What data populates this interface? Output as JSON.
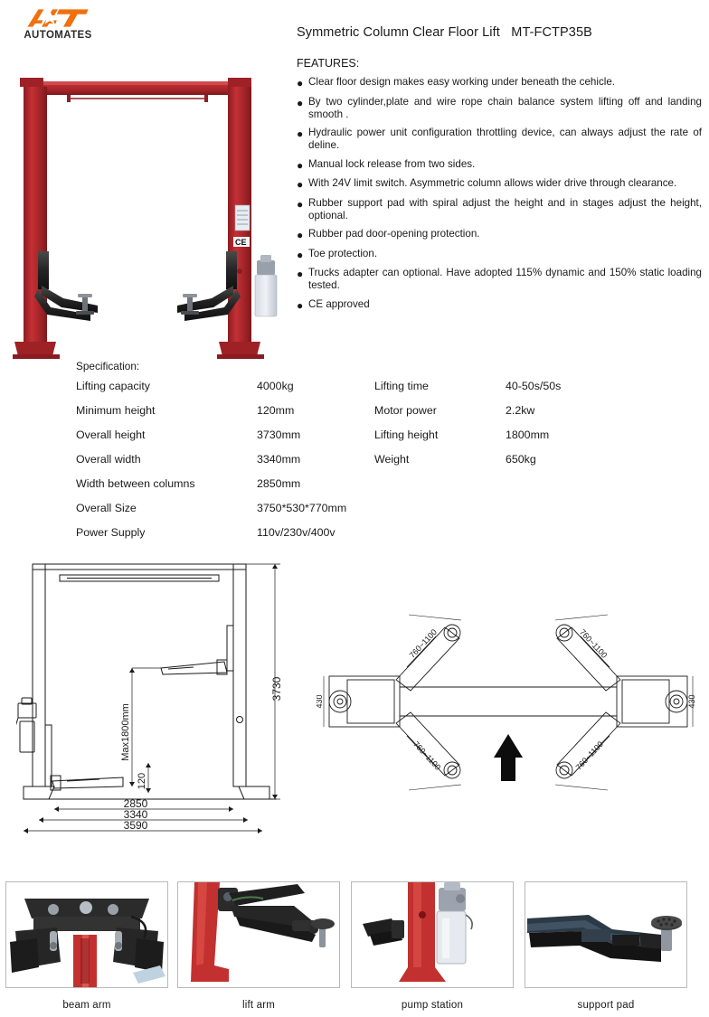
{
  "brand": {
    "name": "AUTOMATES",
    "logo_icon": "at-monogram-star-icon",
    "logo_color": "#F0700F",
    "text_color": "#2B2B2B"
  },
  "document": {
    "title": "Symmetric Column Clear Floor Lift   MT-FCTP35B",
    "product_name": "Symmetric Column Clear Floor Lift",
    "model": "MT-FCTP35B"
  },
  "features": {
    "heading": "FEATURES:",
    "bullet_glyph": "●",
    "items": [
      "Clear floor design makes easy working under beneath the cehicle.",
      "By two cylinder,plate and wire rope chain balance system lifting off and landing smooth .",
      "Hydraulic power unit configuration throttling device, can always adjust the rate of deline.",
      "Manual lock release from two sides.",
      "With 24V limit switch. Asymmetric column allows wider drive through clearance.",
      "Rubber support pad with spiral adjust the height and in stages adjust the height, optional.",
      "Rubber pad door-opening protection.",
      "Toe protection.",
      "Trucks adapter can optional. Have adopted 115% dynamic and 150% static loading tested.",
      "CE approved"
    ]
  },
  "specification": {
    "title": "Specification:",
    "rows": [
      {
        "label": "Lifting capacity",
        "value": "4000kg",
        "label2": "Lifting time",
        "value2": "40-50s/50s"
      },
      {
        "label": "Minimum height",
        "value": "120mm",
        "label2": "Motor power",
        "value2": "2.2kw"
      },
      {
        "label": "Overall height",
        "value": "3730mm",
        "label2": "Lifting height",
        "value2": "1800mm"
      },
      {
        "label": "Overall width",
        "value": "3340mm",
        "label2": "Weight",
        "value2": "650kg"
      },
      {
        "label": "Width between columns",
        "value": "2850mm",
        "label2": "",
        "value2": ""
      },
      {
        "label": "Overall Size",
        "value": "3750*530*770mm",
        "label2": "",
        "value2": ""
      },
      {
        "label": "Power Supply",
        "value": "110v/230v/400v",
        "label2": "",
        "value2": ""
      }
    ]
  },
  "drawings": {
    "front_view": {
      "overall_height": "3730",
      "max_lift_height": "Max1800mm",
      "minimum_height": "120",
      "width_between_columns": "2850",
      "overall_width": "3340",
      "outer_width": "3590"
    },
    "plan_view": {
      "arm_reach_top_left": "760~1100",
      "arm_reach_top_right": "760~1100",
      "arm_reach_bottom_left": "760~1100",
      "arm_reach_bottom_right": "760~1100",
      "column_depth_left": "430",
      "column_depth_right": "430",
      "direction_arrow": "drive-in-arrow-icon"
    }
  },
  "photo_strip": {
    "items": [
      {
        "caption": "beam arm",
        "icon": "beam-arm-photo"
      },
      {
        "caption": "lift arm",
        "icon": "lift-arm-photo"
      },
      {
        "caption": "pump station",
        "icon": "pump-station-photo"
      },
      {
        "caption": "support pad",
        "icon": "support-pad-photo"
      }
    ]
  },
  "product_photo": {
    "alt": "two post clear floor lift",
    "column_color": "#B0282C",
    "beam_color": "#B0282C",
    "arm_color": "#2A2A2A",
    "ce_label": "CE"
  }
}
